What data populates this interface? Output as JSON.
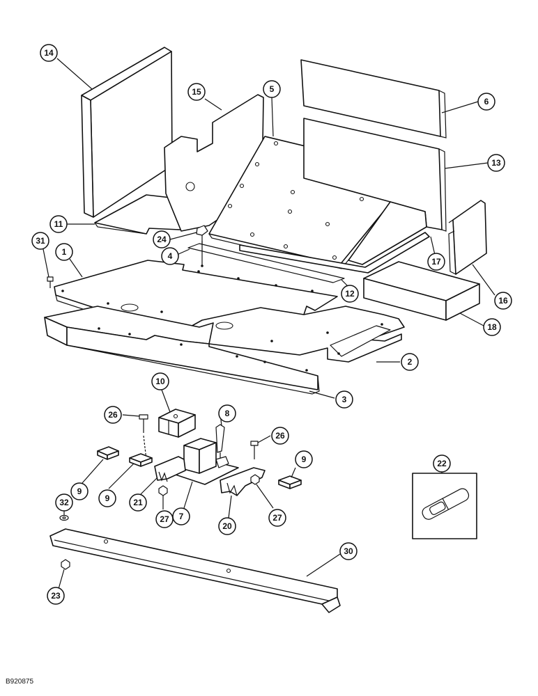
{
  "drawing_ref": "B920875",
  "callouts": [
    {
      "id": "14",
      "label": "14"
    },
    {
      "id": "15",
      "label": "15"
    },
    {
      "id": "5",
      "label": "5"
    },
    {
      "id": "6",
      "label": "6"
    },
    {
      "id": "13",
      "label": "13"
    },
    {
      "id": "11",
      "label": "11"
    },
    {
      "id": "24",
      "label": "24"
    },
    {
      "id": "31",
      "label": "31"
    },
    {
      "id": "1",
      "label": "1"
    },
    {
      "id": "4",
      "label": "4"
    },
    {
      "id": "17",
      "label": "17"
    },
    {
      "id": "12",
      "label": "12"
    },
    {
      "id": "16",
      "label": "16"
    },
    {
      "id": "18",
      "label": "18"
    },
    {
      "id": "2",
      "label": "2"
    },
    {
      "id": "3",
      "label": "3"
    },
    {
      "id": "10",
      "label": "10"
    },
    {
      "id": "26a",
      "label": "26"
    },
    {
      "id": "8",
      "label": "8"
    },
    {
      "id": "26b",
      "label": "26"
    },
    {
      "id": "9a",
      "label": "9"
    },
    {
      "id": "9b",
      "label": "9"
    },
    {
      "id": "21",
      "label": "21"
    },
    {
      "id": "7",
      "label": "7"
    },
    {
      "id": "20",
      "label": "20"
    },
    {
      "id": "27a",
      "label": "27"
    },
    {
      "id": "27b",
      "label": "27"
    },
    {
      "id": "9c",
      "label": "9"
    },
    {
      "id": "22",
      "label": "22"
    },
    {
      "id": "32",
      "label": "32"
    },
    {
      "id": "30",
      "label": "30"
    },
    {
      "id": "23",
      "label": "23"
    }
  ]
}
